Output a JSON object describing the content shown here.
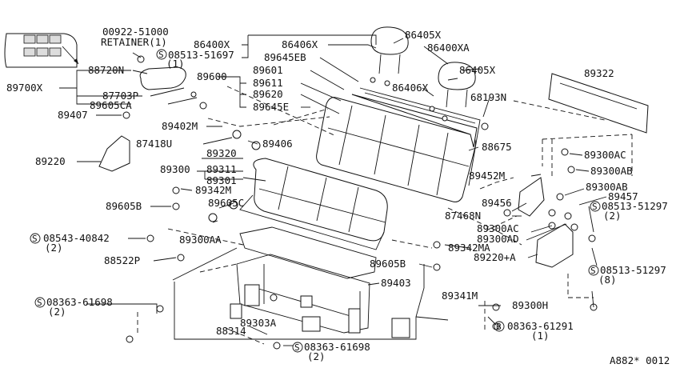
{
  "labels": {
    "p00922": "00922-51000",
    "retainer": "RETAINER(1)",
    "p86400x": "86400X",
    "p86406x_a": "86406X",
    "p86405x_a": "86405X",
    "p86400xa": "86400XA",
    "s08513_top": "08513-51697",
    "s08513_top_q": "(1)",
    "p89645eb": "89645EB",
    "p88720n": "88720N",
    "p89700x": "89700X",
    "p87703p": "87703P",
    "p89605ca": "89605CA",
    "p89407": "89407",
    "p89600": "89600",
    "p89601": "89601",
    "p89611": "89611",
    "p89620": "89620",
    "p89645e": "89645E",
    "p86406x_b": "86406X",
    "p86405x_b": "86405X",
    "p68193n": "68193N",
    "p89322": "89322",
    "p89402m": "89402M",
    "p87418u": "87418U",
    "p89406": "89406",
    "p89220": "89220",
    "p89320": "89320",
    "p89300": "89300",
    "p89311": "89311",
    "p89301": "89301",
    "p89342m": "89342M",
    "p88675": "88675",
    "p89300ac_a": "89300AC",
    "p89300ab_a": "89300AB",
    "p89452m": "89452M",
    "p89300ab_b": "89300AB",
    "p89457": "89457",
    "p89605b_a": "89605B",
    "p89605c": "89605C",
    "p89456": "89456",
    "p87468n": "87468N",
    "s08513_r1": "08513-51297",
    "s08513_r1_q": "(2)",
    "p89300ac_b": "89300AC",
    "p89300ad": "89300AD",
    "p89300aa": "89300AA",
    "s08543": "08543-40842",
    "s08543_q": "(2)",
    "p89342ma": "89342MA",
    "p89220a": "89220+A",
    "p88522p": "88522P",
    "p89605b_b": "89605B",
    "s08513_r2": "08513-51297",
    "s08513_r2_q": "(8)",
    "p89403": "89403",
    "s08363_l": "08363-61698",
    "s08363_l_q": "(2)",
    "p89341m": "89341M",
    "p89300h": "89300H",
    "p89303a": "89303A",
    "p88314": "88314",
    "b08363": "08363-61291",
    "b08363_q": "(1)",
    "s08363_b": "08363-61698",
    "s08363_b_q": "(2)",
    "code": "A882* 0012",
    "mark_s": "S",
    "mark_b": "B"
  }
}
